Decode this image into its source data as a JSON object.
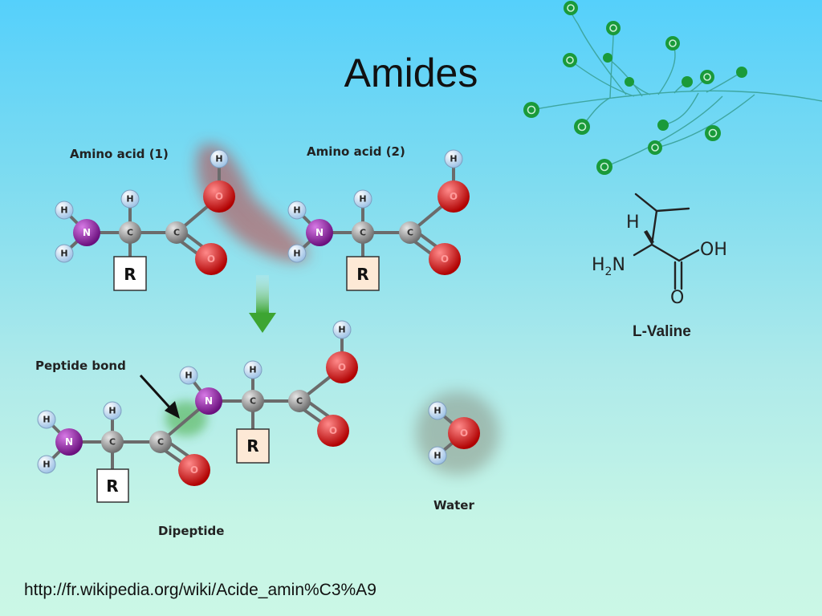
{
  "slide": {
    "title": "Amides",
    "source_url": "http://fr.wikipedia.org/wiki/Acide_amin%C3%A9"
  },
  "reactants": {
    "amino_acid_1_label": "Amino acid (1)",
    "amino_acid_2_label": "Amino acid (2)"
  },
  "product": {
    "peptide_bond_label": "Peptide bond",
    "dipeptide_label": "Dipeptide",
    "water_label": "Water"
  },
  "valine": {
    "label": "L-Valine",
    "h_atom": "H",
    "oh_group": "OH",
    "o_atom": "O",
    "amine_h": "H",
    "amine_sub": "2",
    "amine_n": "N"
  },
  "atoms": {
    "hydrogen": "H",
    "nitrogen": "N",
    "carbon": "C",
    "oxygen": "O",
    "residue": "R"
  },
  "colors": {
    "hydrogen": "#dbeaf7",
    "nitrogen": "#8a1a9e",
    "carbon": "#8f8f8f",
    "oxygen": "#dd0c0c",
    "arrow": "#4caf3c",
    "vine_dot": "#1a9a3a"
  },
  "icons": {
    "reaction_arrow": "down-arrow-icon",
    "decoration": "vine-decoration"
  }
}
